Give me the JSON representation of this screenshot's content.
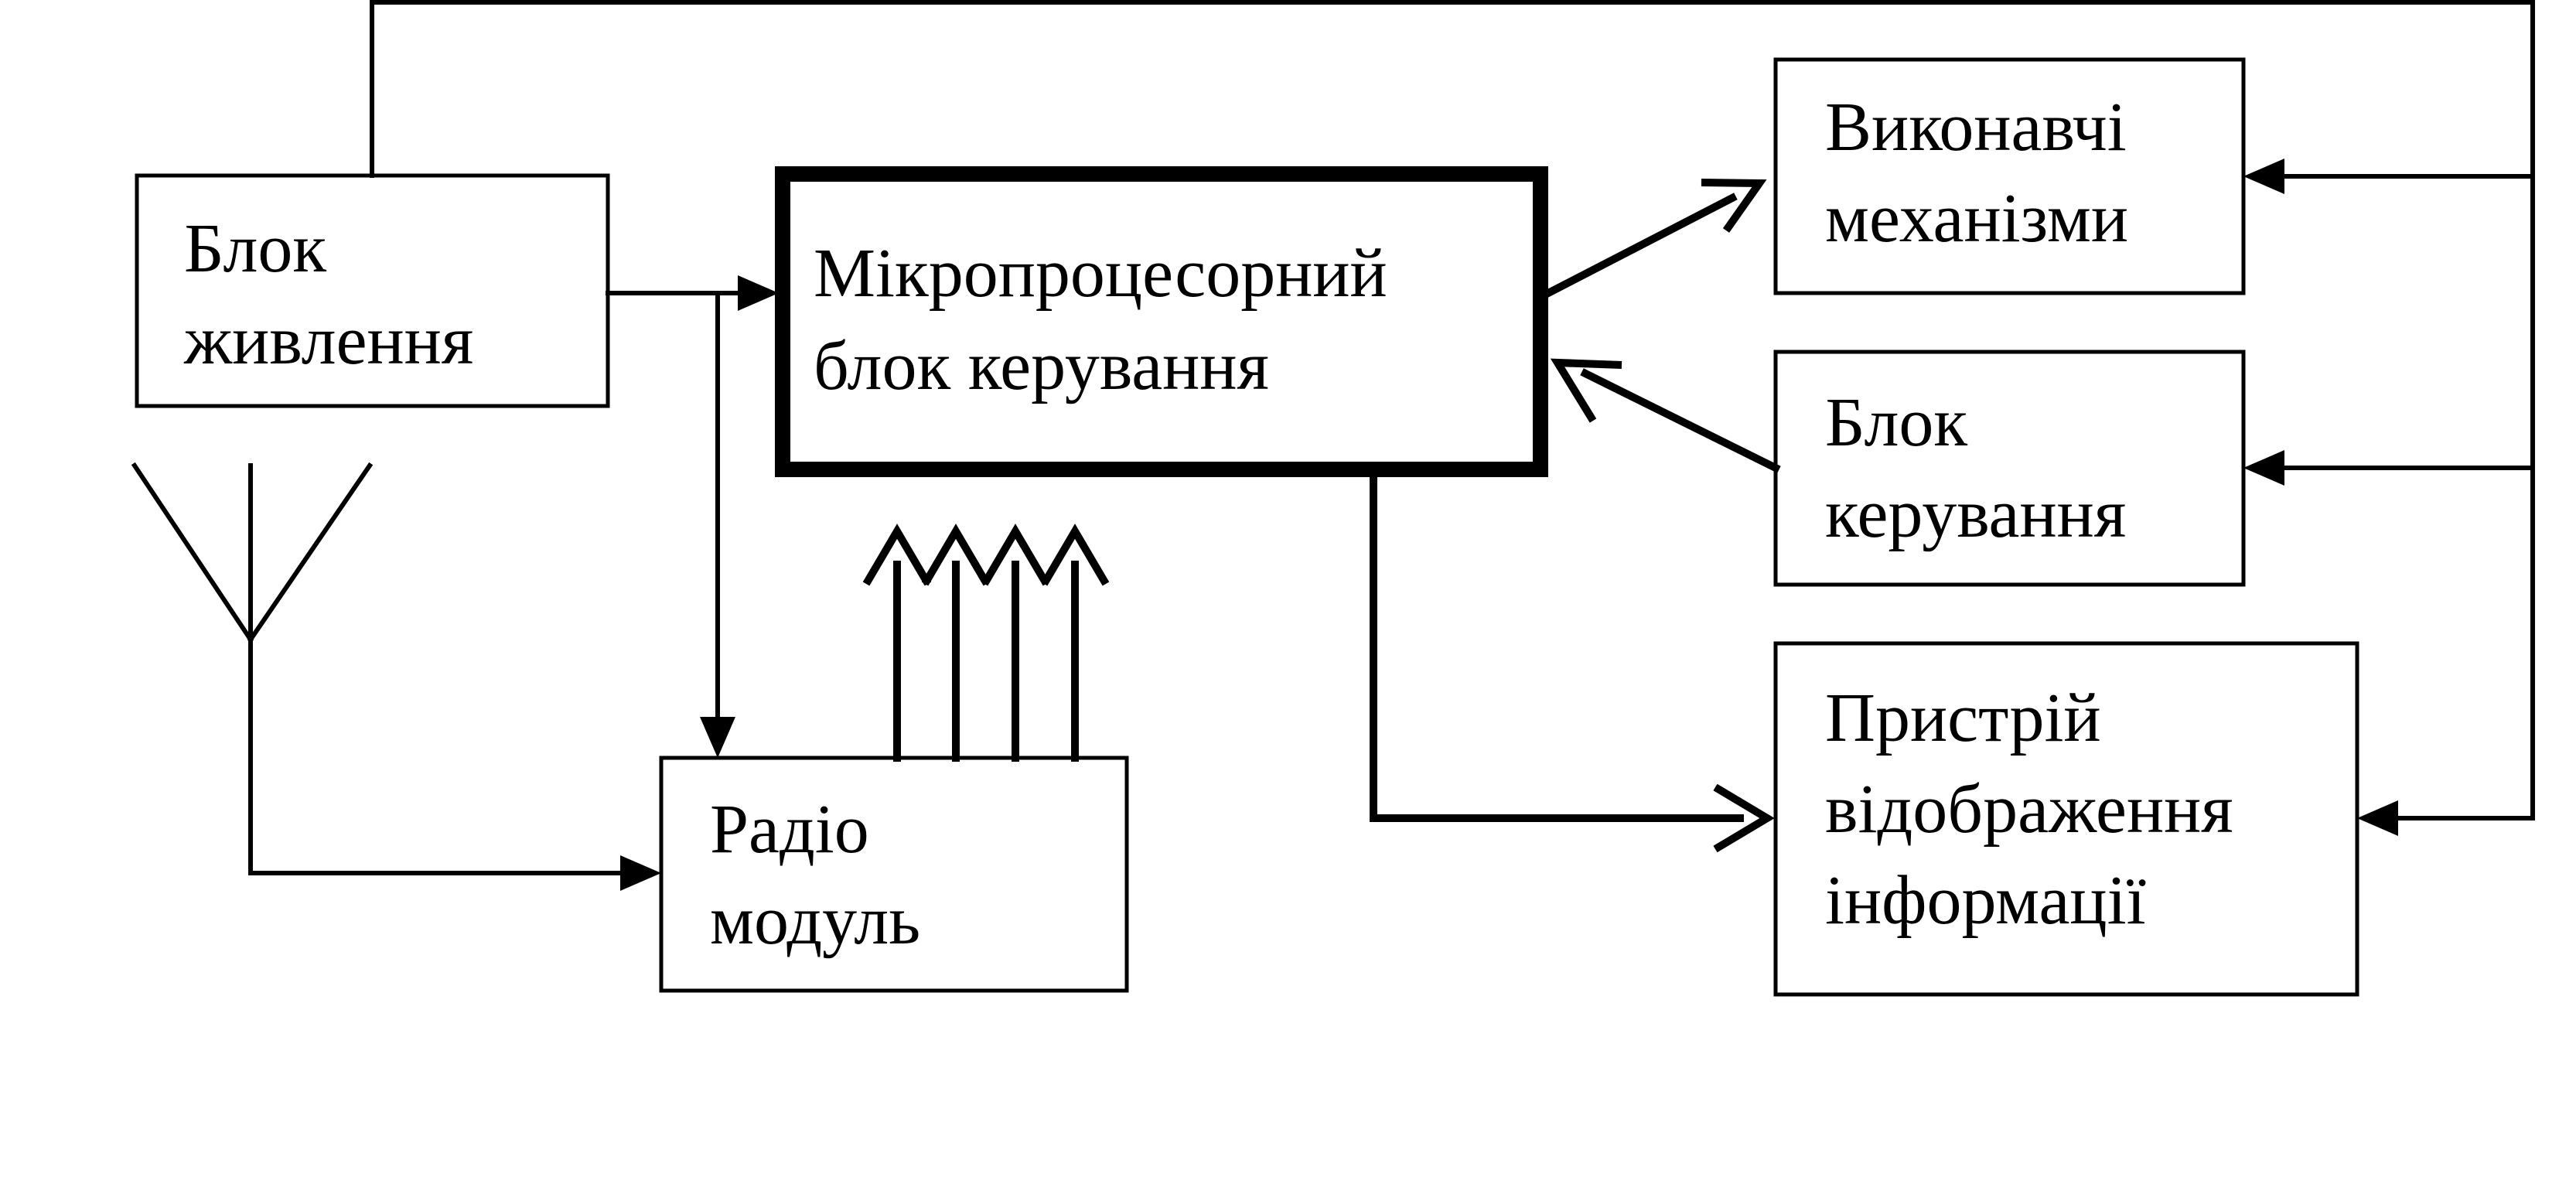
{
  "blocks": {
    "power_supply": {
      "lines": [
        "Блок",
        "живлення"
      ]
    },
    "mcu": {
      "lines": [
        "Мікропроцесорний",
        "блок керування"
      ]
    },
    "actuators": {
      "lines": [
        "Виконавчі",
        "механізми"
      ]
    },
    "control_unit": {
      "lines": [
        "Блок",
        "керування"
      ]
    },
    "display": {
      "lines": [
        "Пристрій",
        "відображення",
        "інформації"
      ]
    },
    "radio": {
      "lines": [
        "Радіо",
        "модуль"
      ]
    }
  },
  "colors": {
    "stroke": "#000000",
    "background": "#ffffff"
  }
}
